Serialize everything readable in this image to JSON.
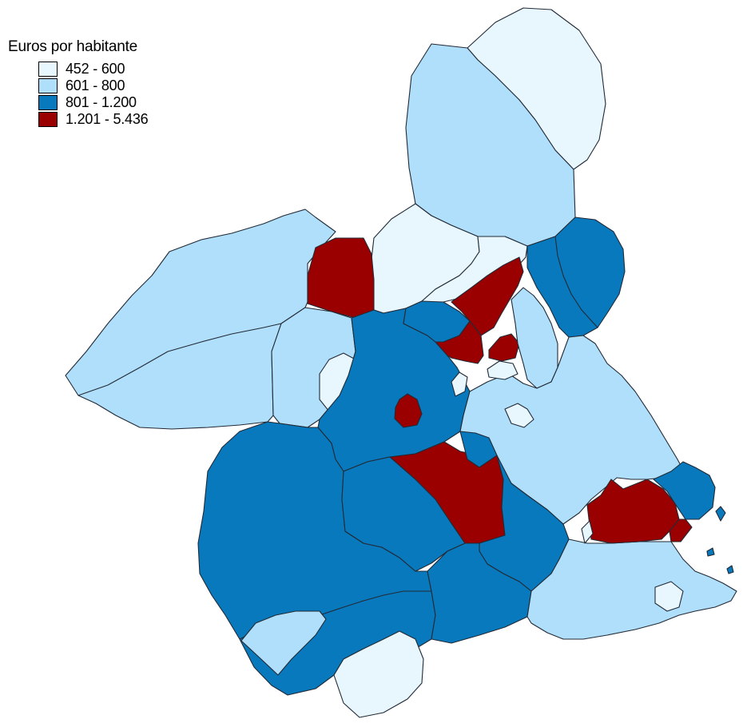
{
  "legend": {
    "title": "Euros por habitante",
    "classes": [
      {
        "label": "452 - 600",
        "color": "#e8f6fe"
      },
      {
        "label": "601 - 800",
        "color": "#b0dffb"
      },
      {
        "label": "801 - 1.200",
        "color": "#0879bd"
      },
      {
        "label": "1.201 - 5.436",
        "color": "#9b0000"
      }
    ]
  },
  "colors": {
    "border": "#222a36",
    "background": "#ffffff"
  },
  "map": {
    "regions": [
      {
        "id": "north-east-border",
        "class": 0
      },
      {
        "id": "north-corridor",
        "class": 1
      },
      {
        "id": "north-central",
        "class": 0
      },
      {
        "id": "north-small",
        "class": 0
      },
      {
        "id": "west-large",
        "class": 1
      },
      {
        "id": "north-west-red",
        "class": 3
      },
      {
        "id": "west-center",
        "class": 1
      },
      {
        "id": "center-small-light",
        "class": 0
      },
      {
        "id": "center-large",
        "class": 2
      },
      {
        "id": "center-red",
        "class": 3
      },
      {
        "id": "central-north-red",
        "class": 3
      },
      {
        "id": "central-blue-small",
        "class": 2
      },
      {
        "id": "central-red-south",
        "class": 3
      },
      {
        "id": "central-red-east",
        "class": 3
      },
      {
        "id": "east-blue-north",
        "class": 2
      },
      {
        "id": "east-blue-split",
        "class": 2
      },
      {
        "id": "east-light-strip",
        "class": 1
      },
      {
        "id": "east-large-light",
        "class": 1
      },
      {
        "id": "tiny-light-a",
        "class": 0
      },
      {
        "id": "tiny-light-b",
        "class": 0
      },
      {
        "id": "tiny-light-c",
        "class": 0
      },
      {
        "id": "south-west-blue",
        "class": 2
      },
      {
        "id": "south-red-left",
        "class": 3
      },
      {
        "id": "south-center-blue",
        "class": 2
      },
      {
        "id": "south-red-big",
        "class": 3
      },
      {
        "id": "south-east-blue",
        "class": 2
      },
      {
        "id": "small-blue-pocket",
        "class": 2
      },
      {
        "id": "south-coast-blue",
        "class": 2
      },
      {
        "id": "south-coast-blue-2",
        "class": 2
      },
      {
        "id": "south-light-left",
        "class": 1
      },
      {
        "id": "south-light-bottom",
        "class": 0
      },
      {
        "id": "south-east-light",
        "class": 1
      },
      {
        "id": "east-red",
        "class": 3
      },
      {
        "id": "coast-blue-north",
        "class": 2
      },
      {
        "id": "coast-red-small",
        "class": 3
      },
      {
        "id": "coast-tiny-light",
        "class": 0
      }
    ]
  }
}
